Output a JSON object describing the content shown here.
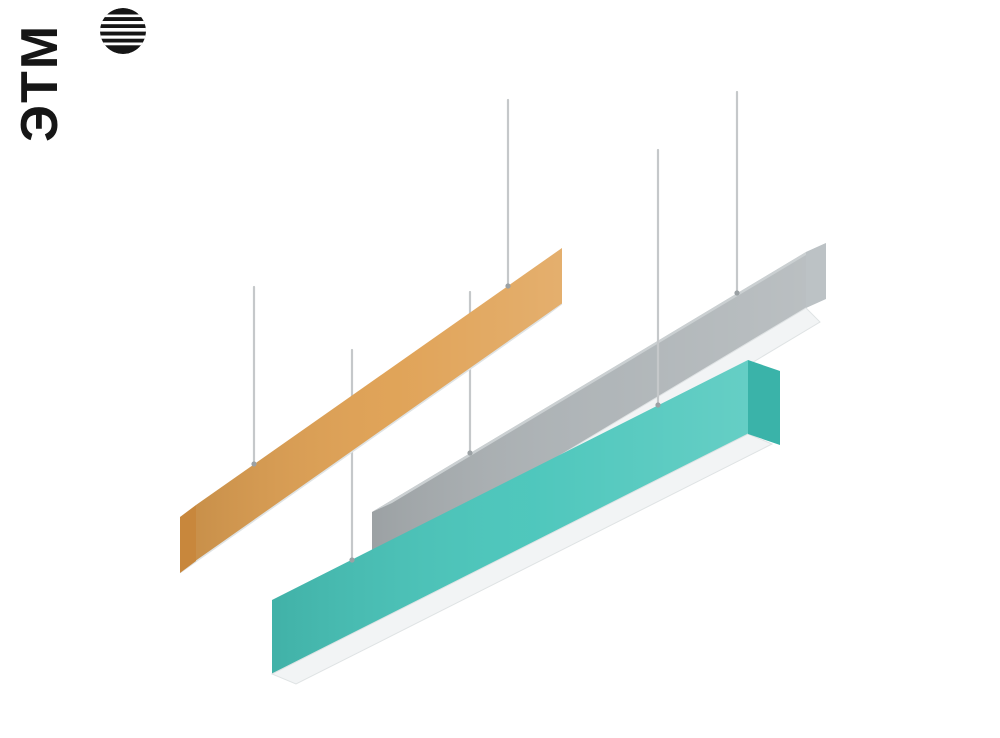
{
  "watermark": {
    "text": "ЭТМ",
    "icon": "striped-globe-icon",
    "color": "#161616"
  },
  "scene": {
    "background_color": "#FFFFFF",
    "wire_color": "#C5C8CA",
    "connector_color": "#9BA1A4",
    "fixtures": [
      {
        "name": "orange-pendant-luminaire",
        "body_color": "#DFA052",
        "cap_color": "#C8873C",
        "diffuser_color": "#F2F4F5"
      },
      {
        "name": "gray-pendant-luminaire",
        "body_color": "#ADB3B6",
        "top_color": "#CBD0D2",
        "cap_color": "#BCC2C5",
        "diffuser_color": "#F2F4F5"
      },
      {
        "name": "teal-pendant-luminaire",
        "body_color": "#48C5BA",
        "cap_color": "#3AB3A9",
        "diffuser_color": "#F2F4F5"
      }
    ]
  }
}
